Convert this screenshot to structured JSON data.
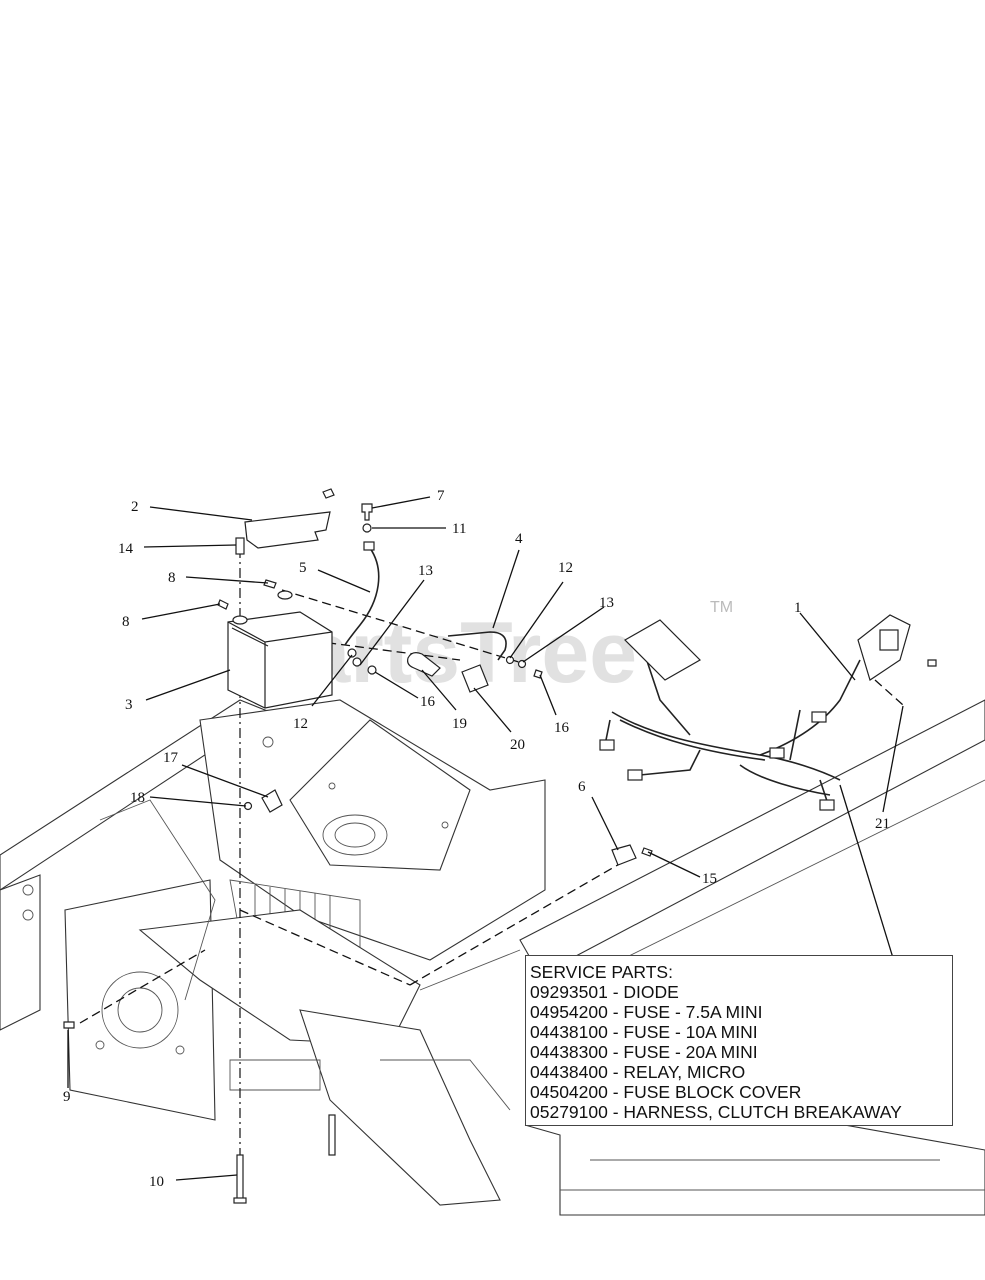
{
  "watermark": {
    "text": "PartsTree",
    "tm": "TM"
  },
  "callouts": [
    {
      "id": "c1",
      "label": "1"
    },
    {
      "id": "c2",
      "label": "2"
    },
    {
      "id": "c3",
      "label": "3"
    },
    {
      "id": "c4",
      "label": "4"
    },
    {
      "id": "c5",
      "label": "5"
    },
    {
      "id": "c6",
      "label": "6"
    },
    {
      "id": "c7",
      "label": "7"
    },
    {
      "id": "c8a",
      "label": "8"
    },
    {
      "id": "c8b",
      "label": "8"
    },
    {
      "id": "c9",
      "label": "9"
    },
    {
      "id": "c10",
      "label": "10"
    },
    {
      "id": "c11",
      "label": "11"
    },
    {
      "id": "c12a",
      "label": "12"
    },
    {
      "id": "c12b",
      "label": "12"
    },
    {
      "id": "c13a",
      "label": "13"
    },
    {
      "id": "c13b",
      "label": "13"
    },
    {
      "id": "c14",
      "label": "14"
    },
    {
      "id": "c15",
      "label": "15"
    },
    {
      "id": "c16a",
      "label": "16"
    },
    {
      "id": "c16b",
      "label": "16"
    },
    {
      "id": "c17",
      "label": "17"
    },
    {
      "id": "c18",
      "label": "18"
    },
    {
      "id": "c19",
      "label": "19"
    },
    {
      "id": "c20",
      "label": "20"
    },
    {
      "id": "c21",
      "label": "21"
    }
  ],
  "service_parts": {
    "heading": "SERVICE PARTS:",
    "items": [
      "09293501 - DIODE",
      "04954200 - FUSE - 7.5A MINI",
      "04438100 - FUSE - 10A MINI",
      "04438300 - FUSE - 20A MINI",
      "04438400 - RELAY, MICRO",
      "04504200 - FUSE BLOCK COVER",
      "05279100 - HARNESS, CLUTCH BREAKAWAY"
    ]
  }
}
